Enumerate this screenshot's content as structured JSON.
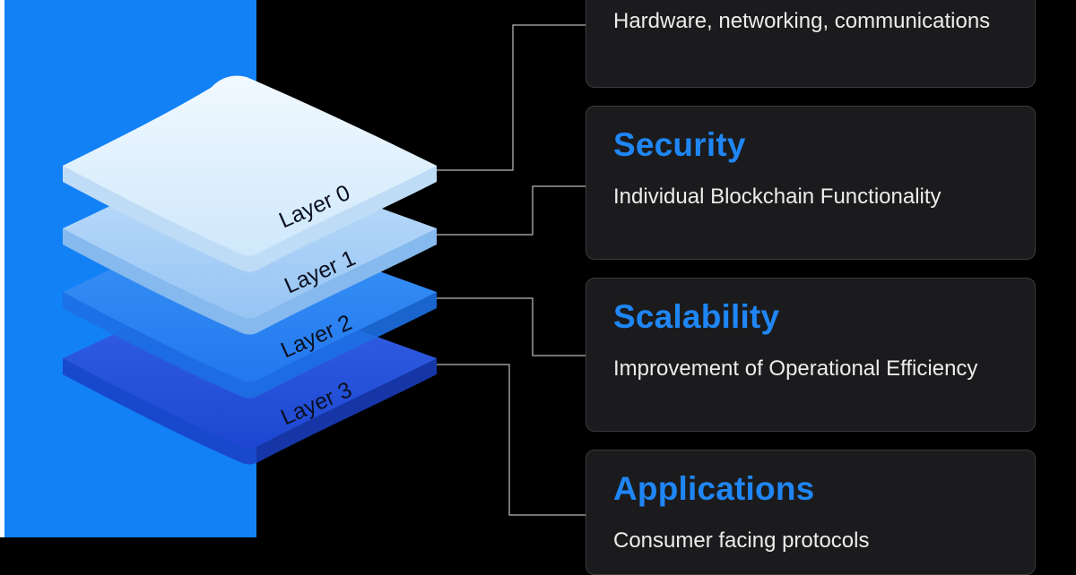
{
  "layers": [
    {
      "label": "Layer 0",
      "color": "#e2f2fd"
    },
    {
      "label": "Layer 1",
      "color": "#a9d0f5"
    },
    {
      "label": "Layer 2",
      "color": "#2b88f2"
    },
    {
      "label": "Layer 3",
      "color": "#2151dc"
    }
  ],
  "cards": [
    {
      "title": "",
      "description": "Hardware, networking, communications"
    },
    {
      "title": "Security",
      "description": "Individual Blockchain Functionality"
    },
    {
      "title": "Scalability",
      "description": "Improvement of Operational Efficiency"
    },
    {
      "title": "Applications",
      "description": "Consumer facing protocols"
    }
  ],
  "colors": {
    "panel_blue": "#1281f6",
    "title_blue": "#1f86f5",
    "card_bg": "#1b1b1d",
    "connector": "#9a9a9a"
  }
}
